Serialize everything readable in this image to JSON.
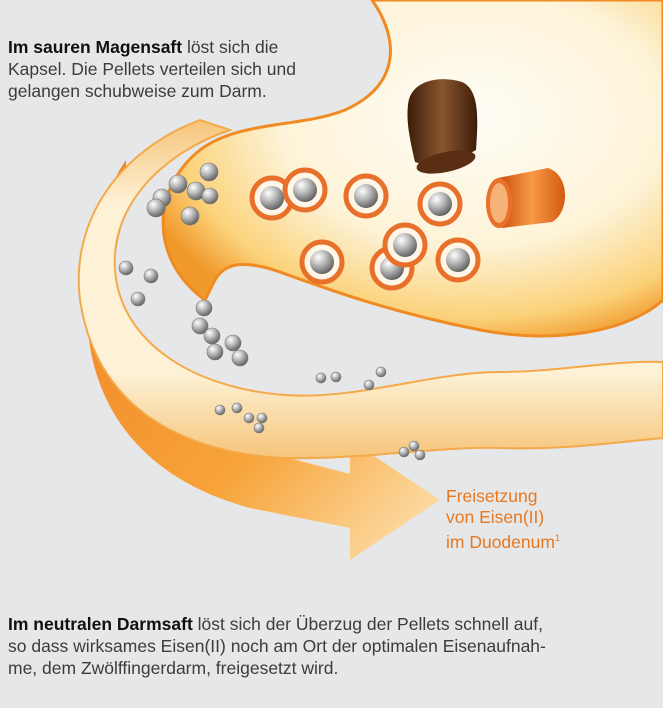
{
  "top_caption": {
    "bold": "Im sauren Magensaft",
    "rest_1": " löst sich die",
    "line_2": "Kapsel. Die Pellets verteilen sich und",
    "line_3": "gelangen schubweise zum Darm."
  },
  "release_label": {
    "line_1": "Freisetzung",
    "line_2": "von Eisen(II)",
    "line_3": "im Duodenum",
    "footnote": "1"
  },
  "bottom_caption": {
    "bold": "Im neutralen Darmsaft",
    "rest_1": " löst sich der Überzug der Pellets schnell auf,",
    "line_2": "so dass wirksames Eisen(II) noch am Ort der optimalen Eisenaufnah-",
    "line_3": "me, dem Zwölffingerdarm, freigesetzt wird."
  },
  "colors": {
    "background": "#e6e7e8",
    "accent_orange": "#e8781f",
    "stomach_fill": "#fdf2d6",
    "pellet_ring": "#e8702a",
    "capsule_brown": "#6b3a1c"
  }
}
